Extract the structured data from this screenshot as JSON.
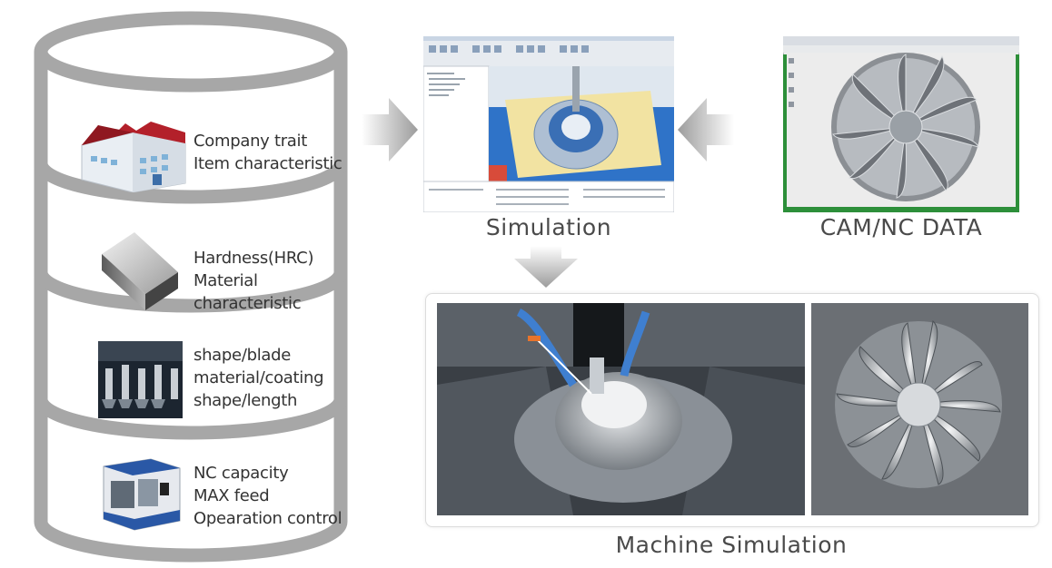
{
  "database": {
    "segments": [
      {
        "lines": [
          "Company trait",
          "Item characteristic"
        ],
        "icon": "factory-icon"
      },
      {
        "lines": [
          "Hardness(HRC)",
          "Material characteristic"
        ],
        "icon": "metal-block-icon"
      },
      {
        "lines": [
          "shape/blade",
          "material/coating",
          "shape/length"
        ],
        "icon": "tool-holder-icon"
      },
      {
        "lines": [
          "NC capacity",
          "MAX feed",
          "Opearation control"
        ],
        "icon": "cnc-machine-icon"
      }
    ]
  },
  "captions": {
    "simulation": "Simulation",
    "cam_nc": "CAM/NC DATA",
    "machine_simulation": "Machine Simulation"
  },
  "colors": {
    "cylinder_stroke": "#a7a7a7",
    "roof_red": "#b3202a",
    "sim_blue": "#2f73c8",
    "sim_yellow": "#f2e3a2"
  }
}
